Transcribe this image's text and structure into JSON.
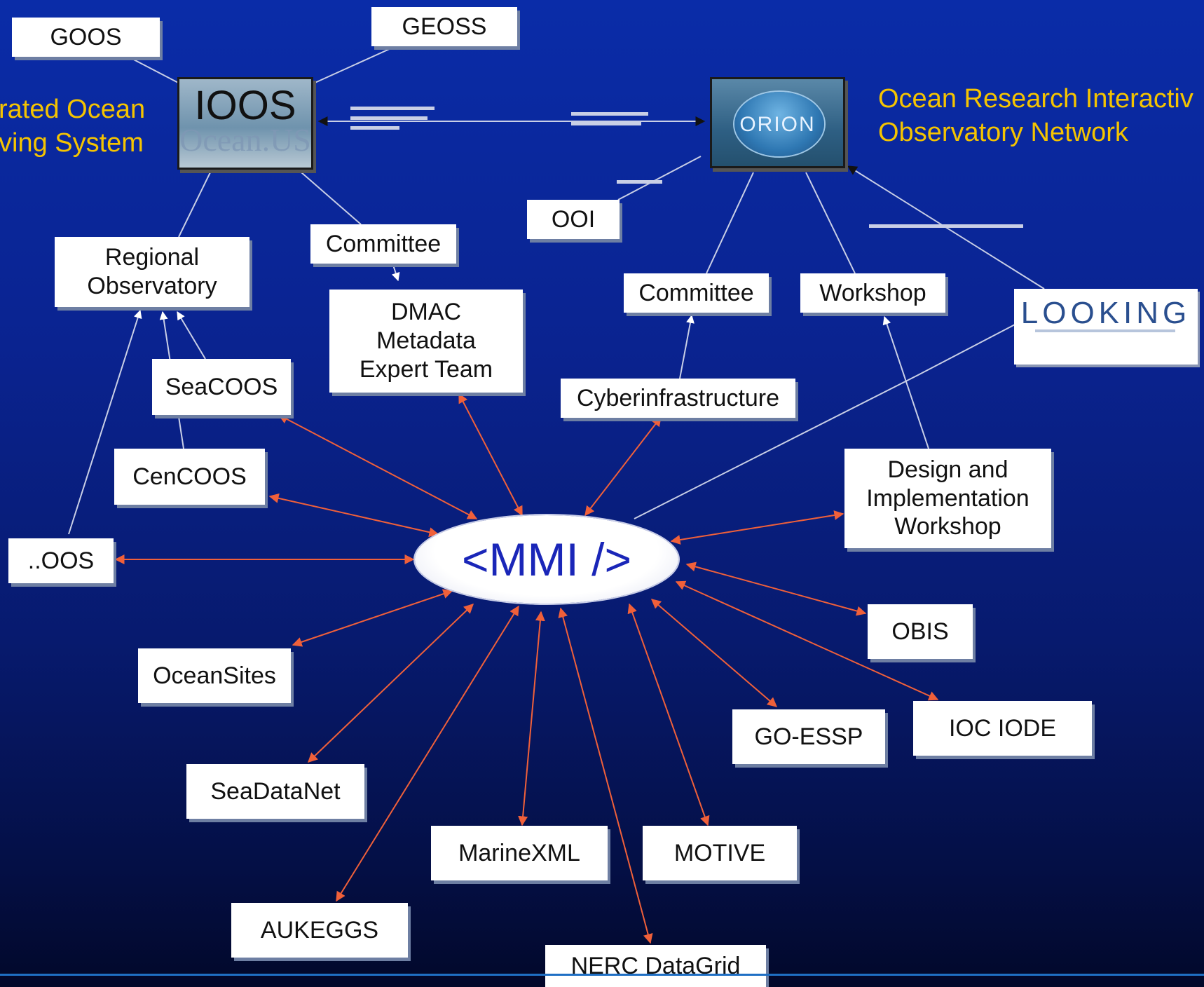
{
  "captions": {
    "ioos_caption": "rated Ocean\nving System",
    "orion_caption": "Ocean Research Interactiv\nObservatory Network"
  },
  "logos": {
    "ioos_title": "IOOS",
    "ioos_sub": "Ocean.US",
    "orion_text": "ORION",
    "looking_text": "LOOKING"
  },
  "center": {
    "label": "<MMI />"
  },
  "nodes": {
    "goos": "GOOS",
    "geoss": "GEOSS",
    "regional": "Regional\nObservatory",
    "committee_ioos": "Committee",
    "dmac": "DMAC\nMetadata\nExpert Team",
    "ooi": "OOI",
    "committee_orion": "Committee",
    "workshop": "Workshop",
    "seacoos": "SeaCOOS",
    "cencoos": "CenCOOS",
    "oos": "..OOS",
    "cyber": "Cyberinfrastructure",
    "design": "Design and\nImplementation\nWorkshop",
    "obis": "OBIS",
    "oceansites": "OceanSites",
    "goessp": "GO-ESSP",
    "iociode": "IOC IODE",
    "seadatanet": "SeaDataNet",
    "marinexml": "MarineXML",
    "motive": "MOTIVE",
    "aukeggs": "AUKEGGS",
    "nerc": "NERC DataGrid"
  },
  "colors": {
    "mmi_arrow": "#f0603a",
    "relation_line": "#c9cfe6",
    "caption": "#f5c400"
  }
}
